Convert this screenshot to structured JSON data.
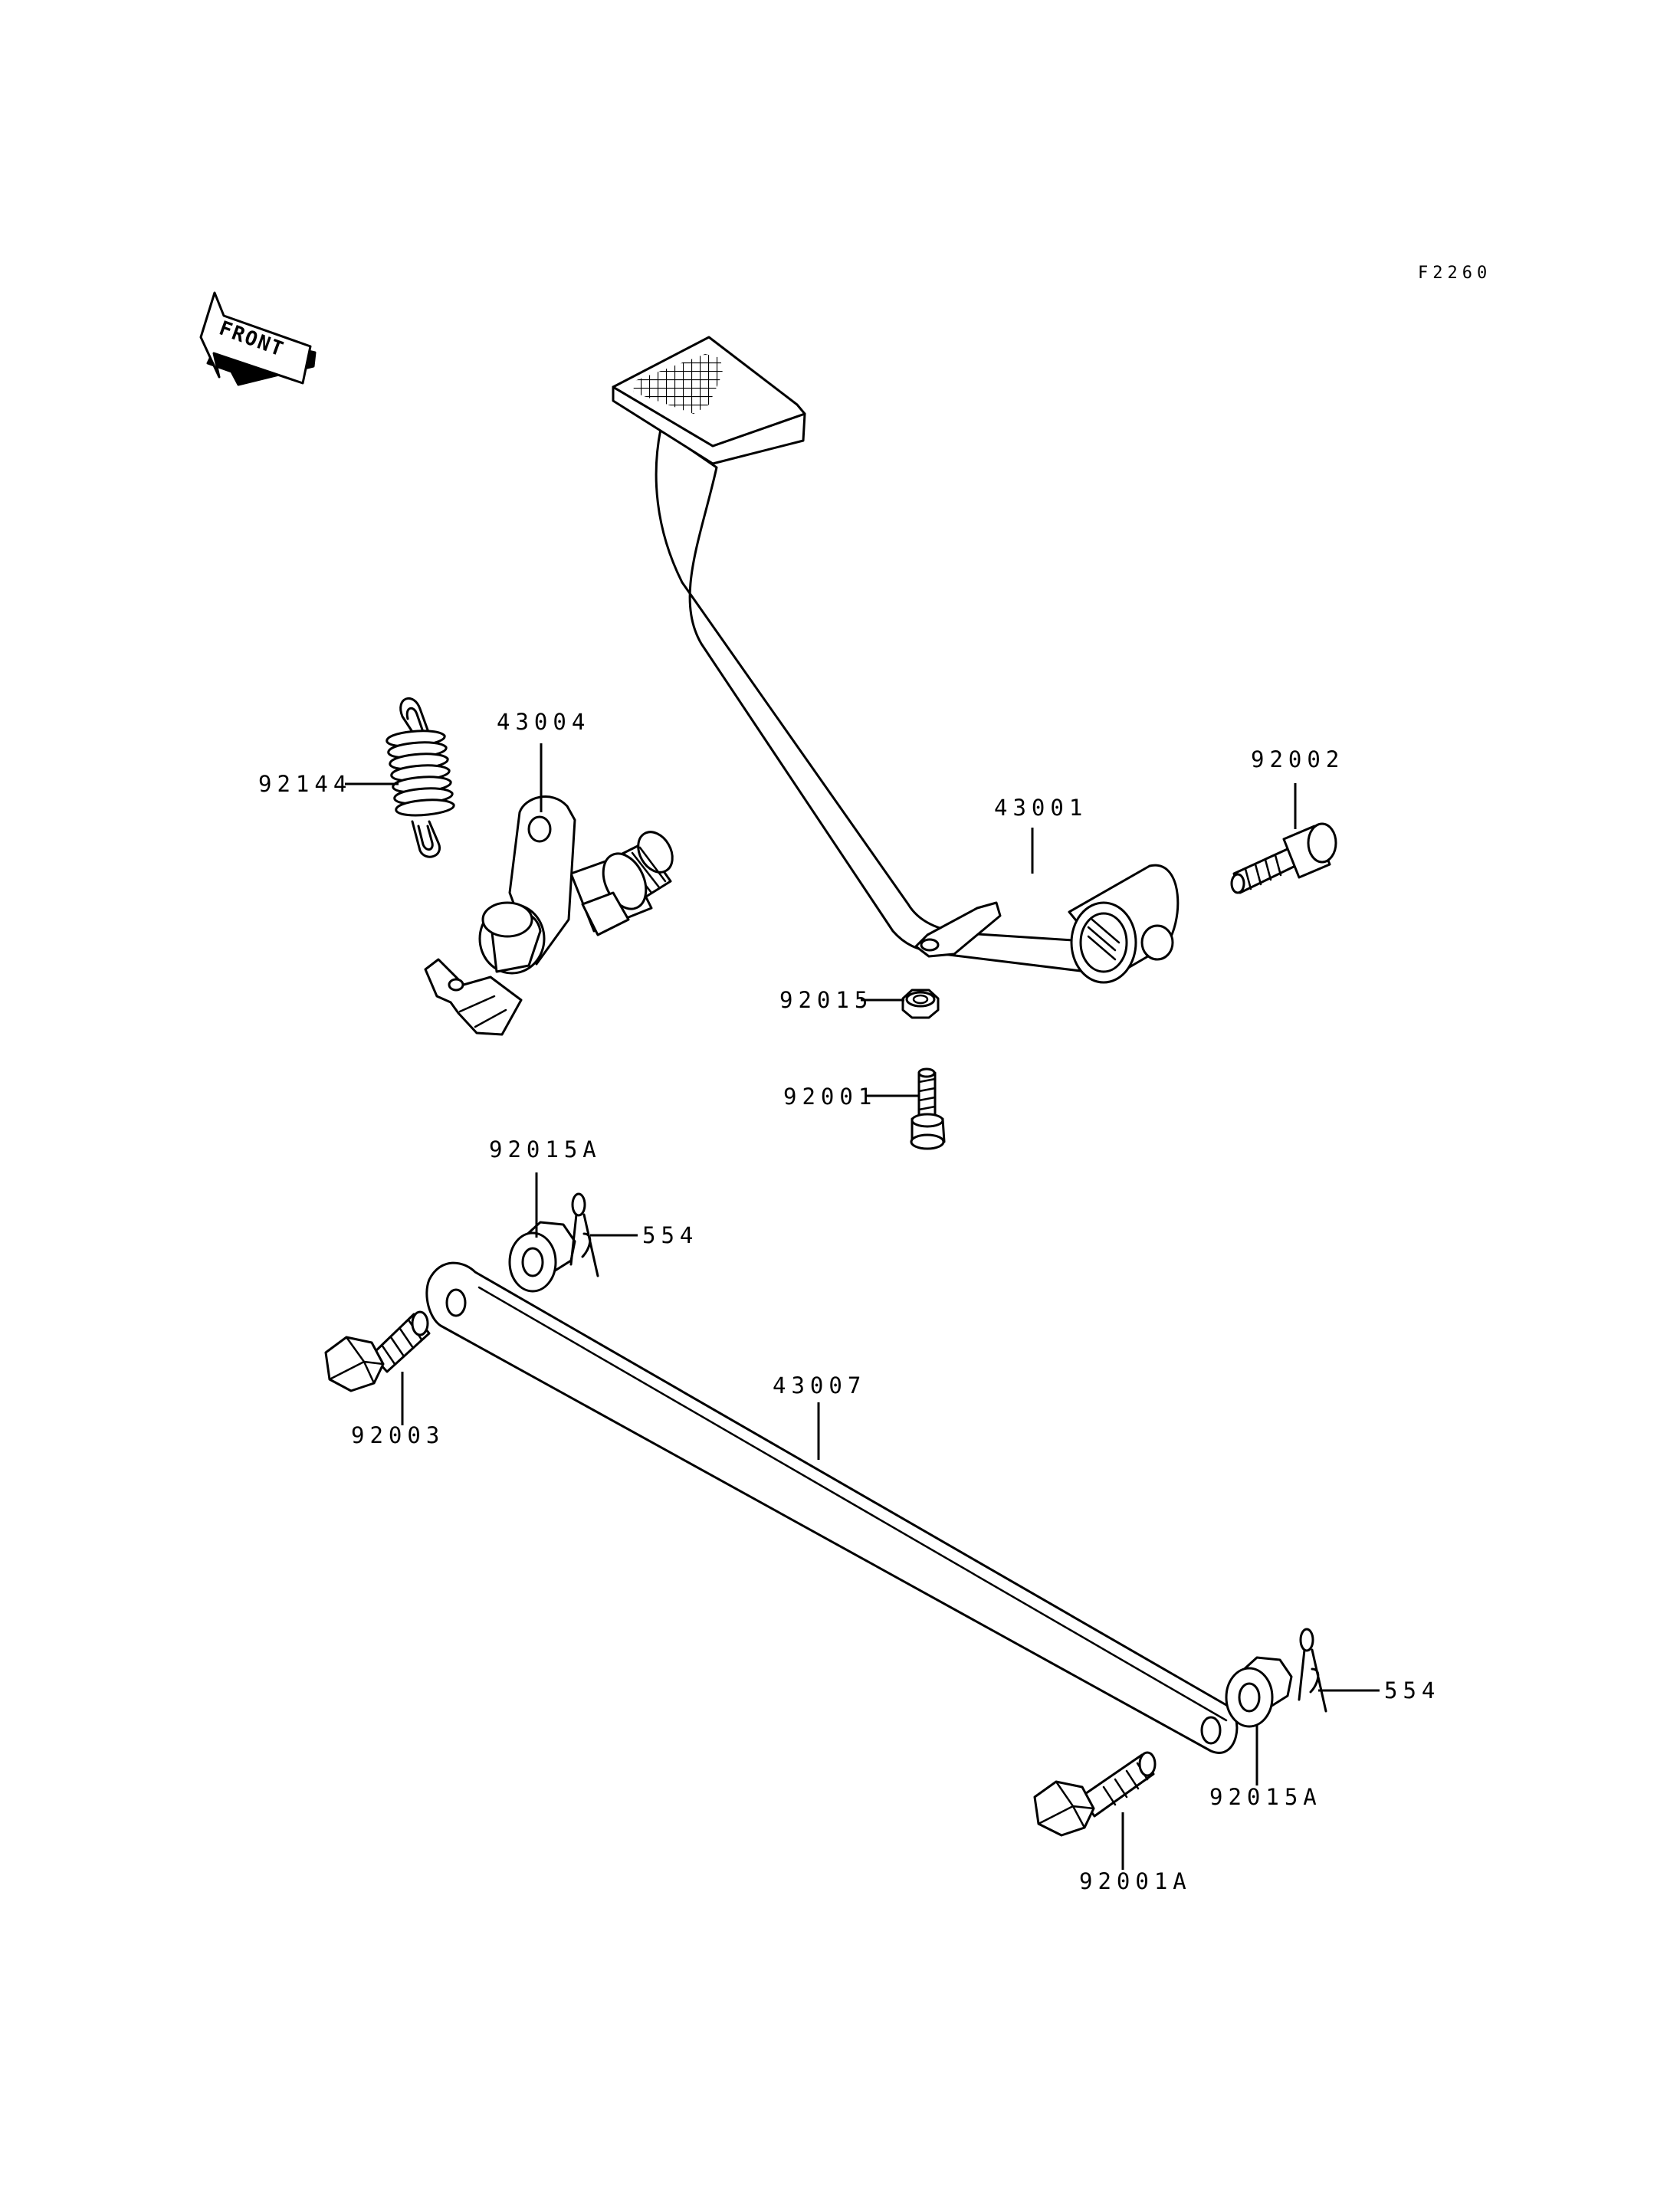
{
  "diagram": {
    "figure_code": "F2260",
    "front_label": "FRONT",
    "labels": {
      "p43004": "43004",
      "p92144": "92144",
      "p43001": "43001",
      "p92002": "92002",
      "p92015": "92015",
      "p92001": "92001",
      "p92015A_upper": "92015A",
      "p554_upper": "554",
      "p92003": "92003",
      "p43007": "43007",
      "p554_lower": "554",
      "p92015A_lower": "92015A",
      "p92001A": "92001A"
    }
  }
}
